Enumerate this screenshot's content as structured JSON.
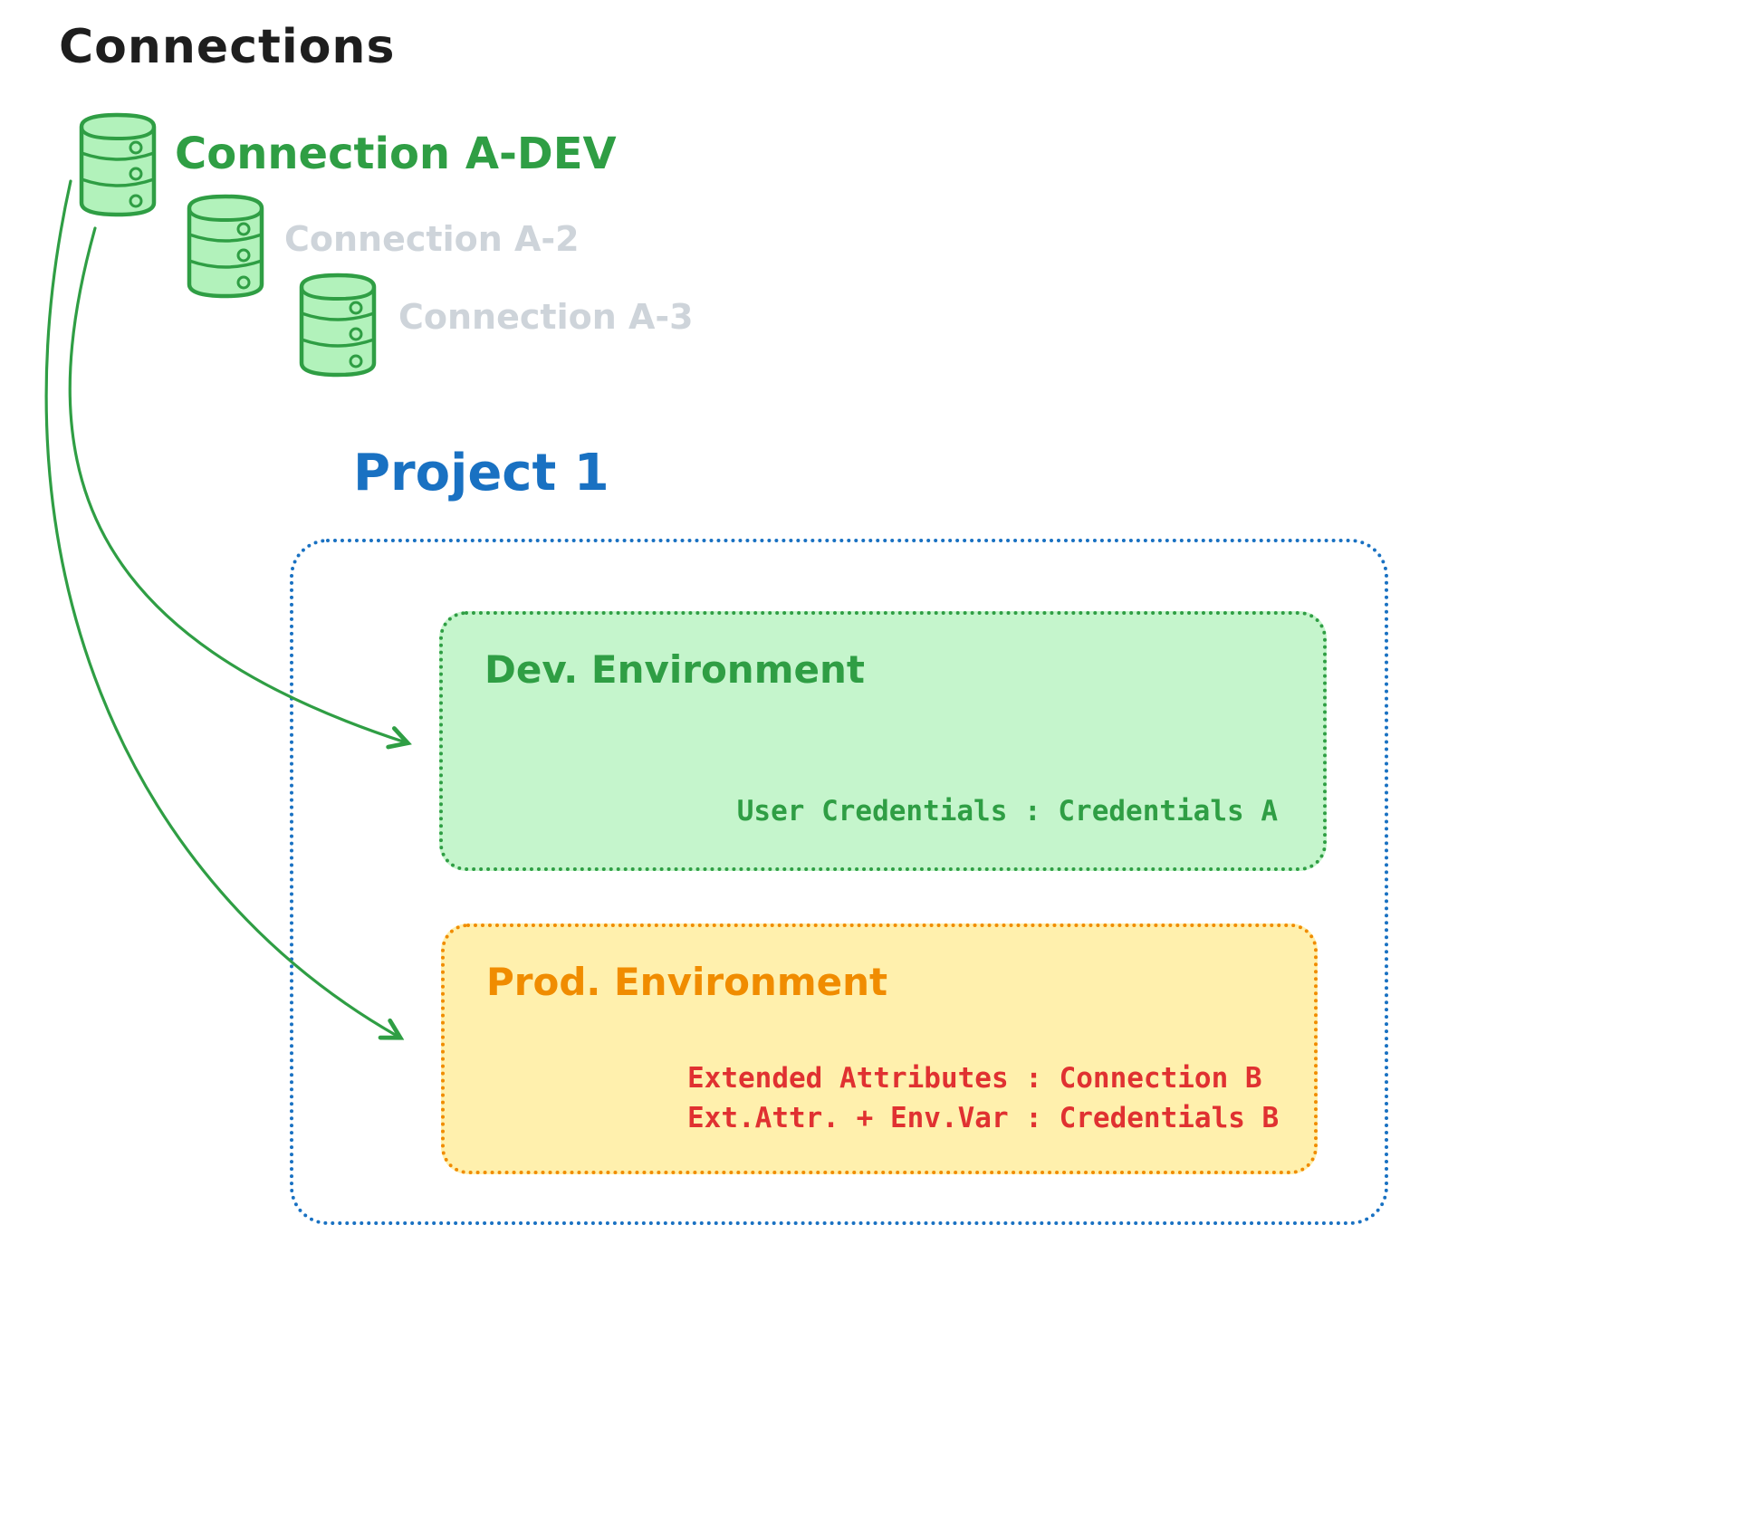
{
  "diagram": {
    "title": "Connections",
    "connections": [
      {
        "label": "Connection A-DEV",
        "color": "#2f9e44",
        "active": true
      },
      {
        "label": "Connection A-2",
        "color": "#ced4da",
        "active": false
      },
      {
        "label": "Connection A-3",
        "color": "#ced4da",
        "active": false
      }
    ],
    "project": {
      "title": "Project 1",
      "accent_color": "#1971c2",
      "environments": [
        {
          "name": "Dev. Environment",
          "accent_color": "#2f9e44",
          "fill_color": "#b2f2bb",
          "text_color": "#2f9e44",
          "lines": [
            "User Credentials : Credentials A"
          ]
        },
        {
          "name": "Prod. Environment",
          "accent_color": "#f08c00",
          "fill_color": "#ffec99",
          "text_color": "#e03131",
          "lines": [
            "Extended Attributes : Connection B",
            "Ext.Attr. + Env.Var : Credentials B"
          ]
        }
      ]
    },
    "arrows": [
      {
        "name": "connection-a-dev-to-dev-environment",
        "color": "#2f9e44"
      },
      {
        "name": "connection-a-dev-to-prod-environment",
        "color": "#2f9e44"
      }
    ]
  }
}
